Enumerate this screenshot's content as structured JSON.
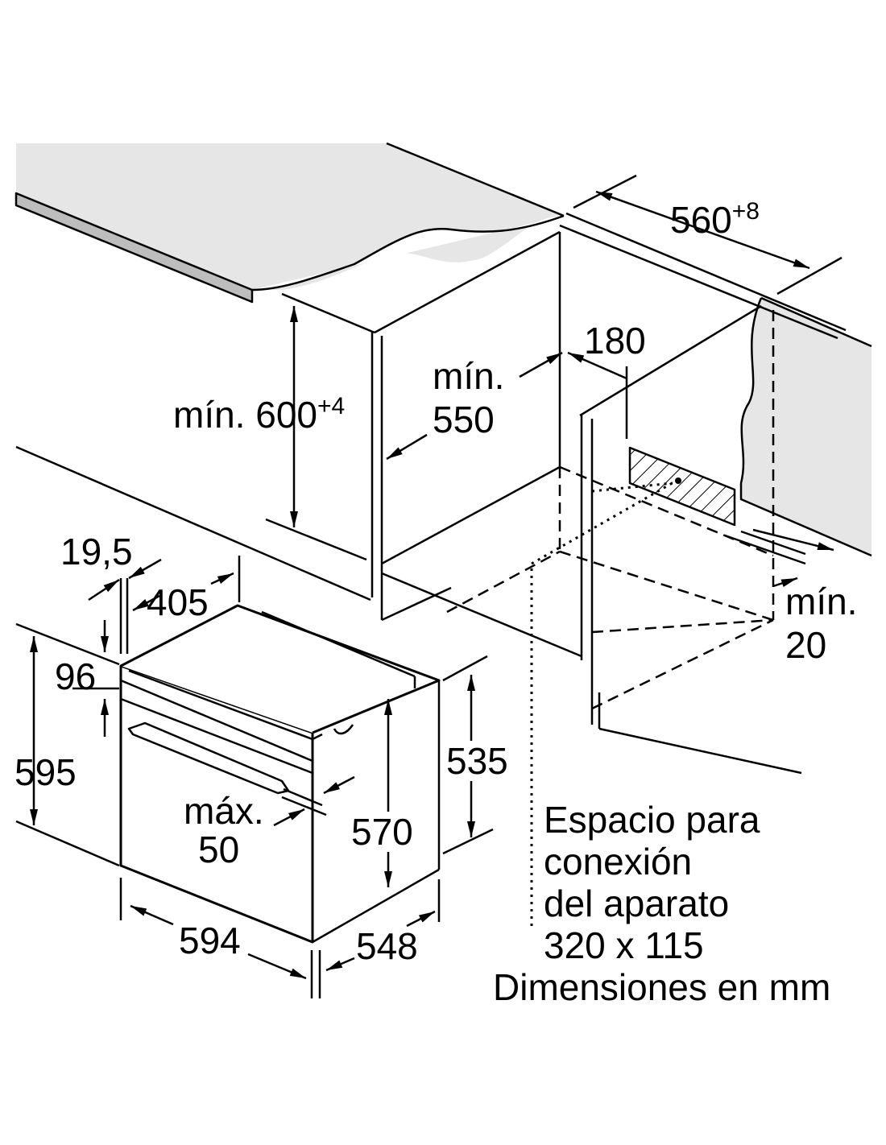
{
  "dimensions": {
    "niche_width": "560",
    "niche_width_tol": "+8",
    "niche_height": "mín. 600",
    "niche_height_tol": "+4",
    "depth_min_line1": "mín.",
    "depth_min_line2": "550",
    "back_gap": "180",
    "side_min_line1": "mín.",
    "side_min_line2": "20",
    "frame_thickness": "19,5",
    "front_depth": "405",
    "top_gap": "96",
    "total_height": "595",
    "handle_max_line1": "máx.",
    "handle_max_line2": "50",
    "body_height": "570",
    "side_height": "535",
    "width": "594",
    "depth": "548"
  },
  "notes": {
    "connection_line1": "Espacio para",
    "connection_line2": "conexión",
    "connection_line3": "del aparato",
    "connection_line4": "320 x 115",
    "units": "Dimensiones en mm"
  }
}
